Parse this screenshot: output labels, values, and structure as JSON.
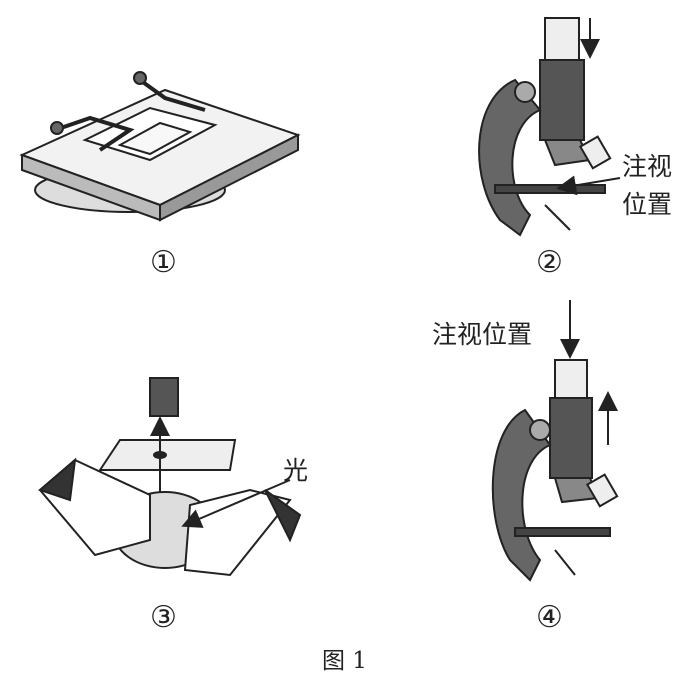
{
  "panels": [
    {
      "number": "①"
    },
    {
      "number": "②",
      "annotation_line1": "注视",
      "annotation_line2": "位置"
    },
    {
      "number": "③",
      "annotation": "光"
    },
    {
      "number": "④",
      "annotation": "注视位置"
    }
  ],
  "caption": "图 1",
  "colors": {
    "ink": "#222222",
    "metal": "#555555",
    "light": "#e6e6e6"
  }
}
